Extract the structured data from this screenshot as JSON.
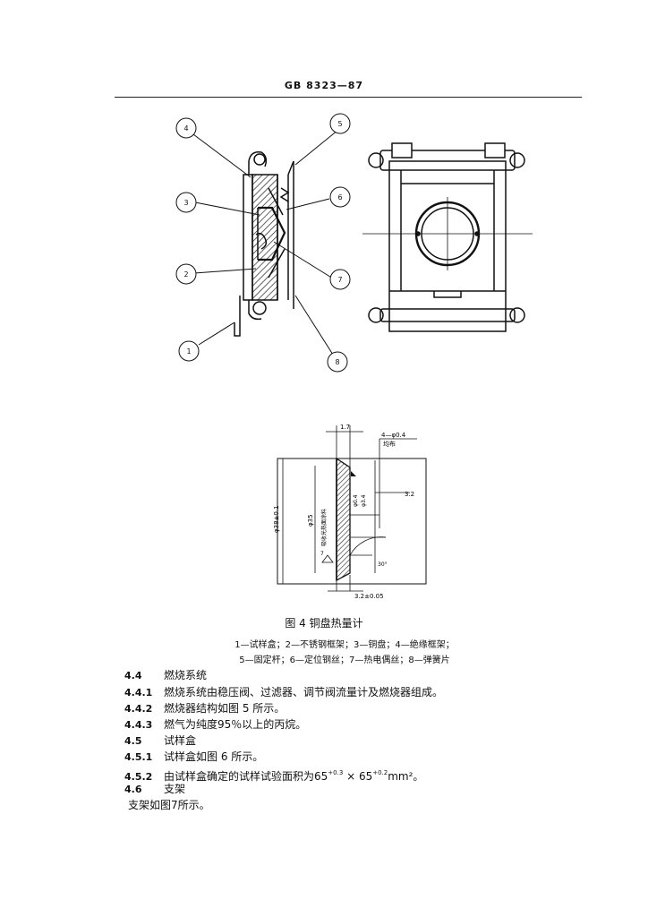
{
  "header": {
    "standard_number": "GB 8323—87"
  },
  "figure_top": {
    "callouts": [
      "1",
      "2",
      "3",
      "4",
      "5",
      "6",
      "7",
      "8"
    ]
  },
  "figure4": {
    "dimensions": {
      "d_tube": "1.7",
      "holes": "4—φ0.4",
      "holes_note": "均布",
      "right_dim": "3.2",
      "outer_dia": "φ38±0.1",
      "inner_dia": "φ35",
      "coating": "吸收光热面涂料",
      "small_a": "φ0.4",
      "small_b": "φ3.4",
      "angle": "30°",
      "bottom_dim": "3.2±0.05",
      "mark7": "7"
    },
    "caption": "图 4  铜盘热量计",
    "legend_line1": "1—试样盒；2—不锈钢框架；3—铜盘；4—绝缘框架；",
    "legend_line2": "5—固定杆；6—定位钢丝；7—热电偶丝；8—弹簧片"
  },
  "sections": [
    {
      "num": "4.4",
      "text": "燃烧系统"
    },
    {
      "num": "4.4.1",
      "text": "燃烧系统由稳压阀、过滤器、调节阀流量计及燃烧器组成。"
    },
    {
      "num": "4.4.2",
      "text": "燃烧器结构如图 5 所示。"
    },
    {
      "num": "4.4.3",
      "text": "燃气为纯度95％以上的丙烷。"
    },
    {
      "num": "4.5",
      "text": "试样盒"
    },
    {
      "num": "4.5.1",
      "text": "试样盒如图 6 所示。"
    },
    {
      "num": "4.5.2",
      "text_before": "由试样盒确定的试样试验面积为65",
      "sup1": "+0.3",
      "mid": " × 65",
      "sup2": "+0.2",
      "text_after": "mm²。"
    },
    {
      "num": "4.6",
      "text": "支架"
    },
    {
      "num": "",
      "text": "支架如图7所示。"
    }
  ]
}
